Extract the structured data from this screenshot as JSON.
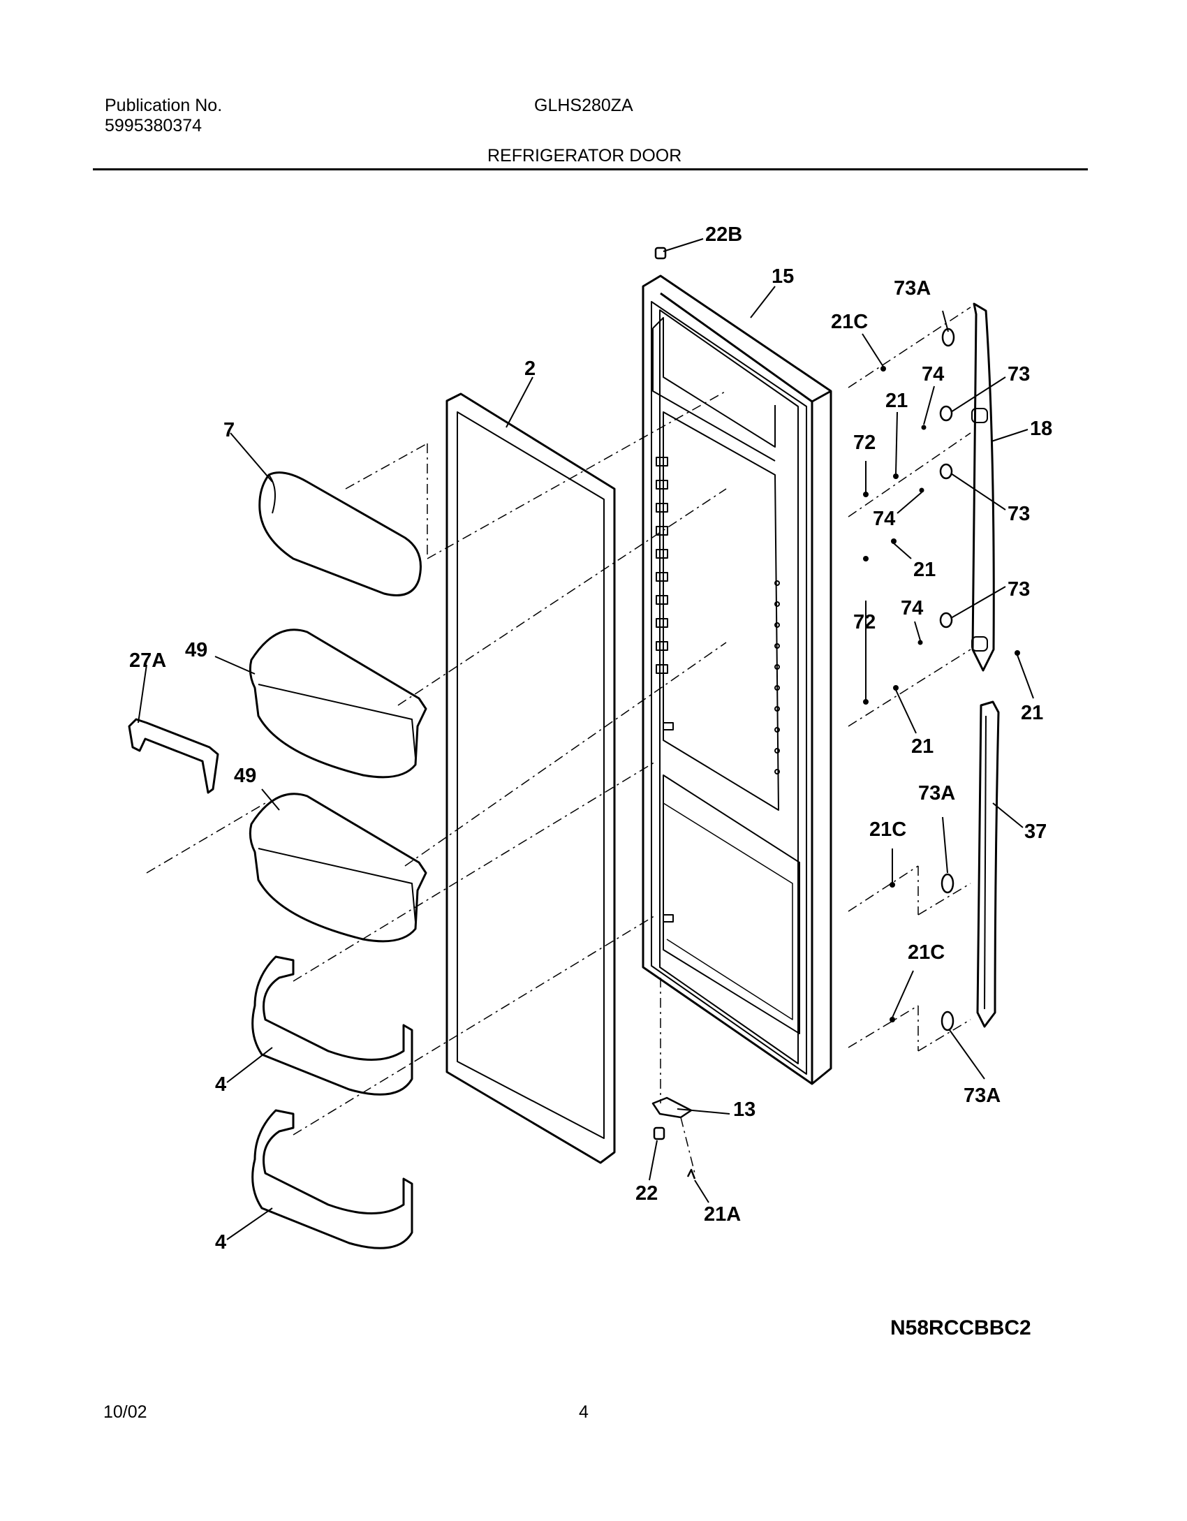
{
  "header": {
    "publication_label": "Publication No.",
    "publication_number": "5995380374",
    "model": "GLHS280ZA",
    "section_title": "REFRIGERATOR DOOR"
  },
  "diagram": {
    "callouts": {
      "c22b": "22B",
      "c15": "15",
      "c73a_top": "73A",
      "c21c_top": "21C",
      "c74_a": "74",
      "c73_a": "73",
      "c2": "2",
      "c21_a": "21",
      "c18": "18",
      "c7": "7",
      "c72_a": "72",
      "c74_b": "74",
      "c73_b": "73",
      "c21_b": "21",
      "c73_c": "73",
      "c74_c": "74",
      "c72_b": "72",
      "c27a": "27A",
      "c49_a": "49",
      "c21_c": "21",
      "c21_d": "21",
      "c49_b": "49",
      "c73a_mid": "73A",
      "c21c_mid": "21C",
      "c37": "37",
      "c21c_low": "21C",
      "c4_a": "4",
      "c73a_low": "73A",
      "c13": "13",
      "c22": "22",
      "c21a": "21A",
      "c4_b": "4"
    },
    "drawing_code": "N58RCCBBC2"
  },
  "footer": {
    "date": "10/02",
    "page": "4"
  }
}
